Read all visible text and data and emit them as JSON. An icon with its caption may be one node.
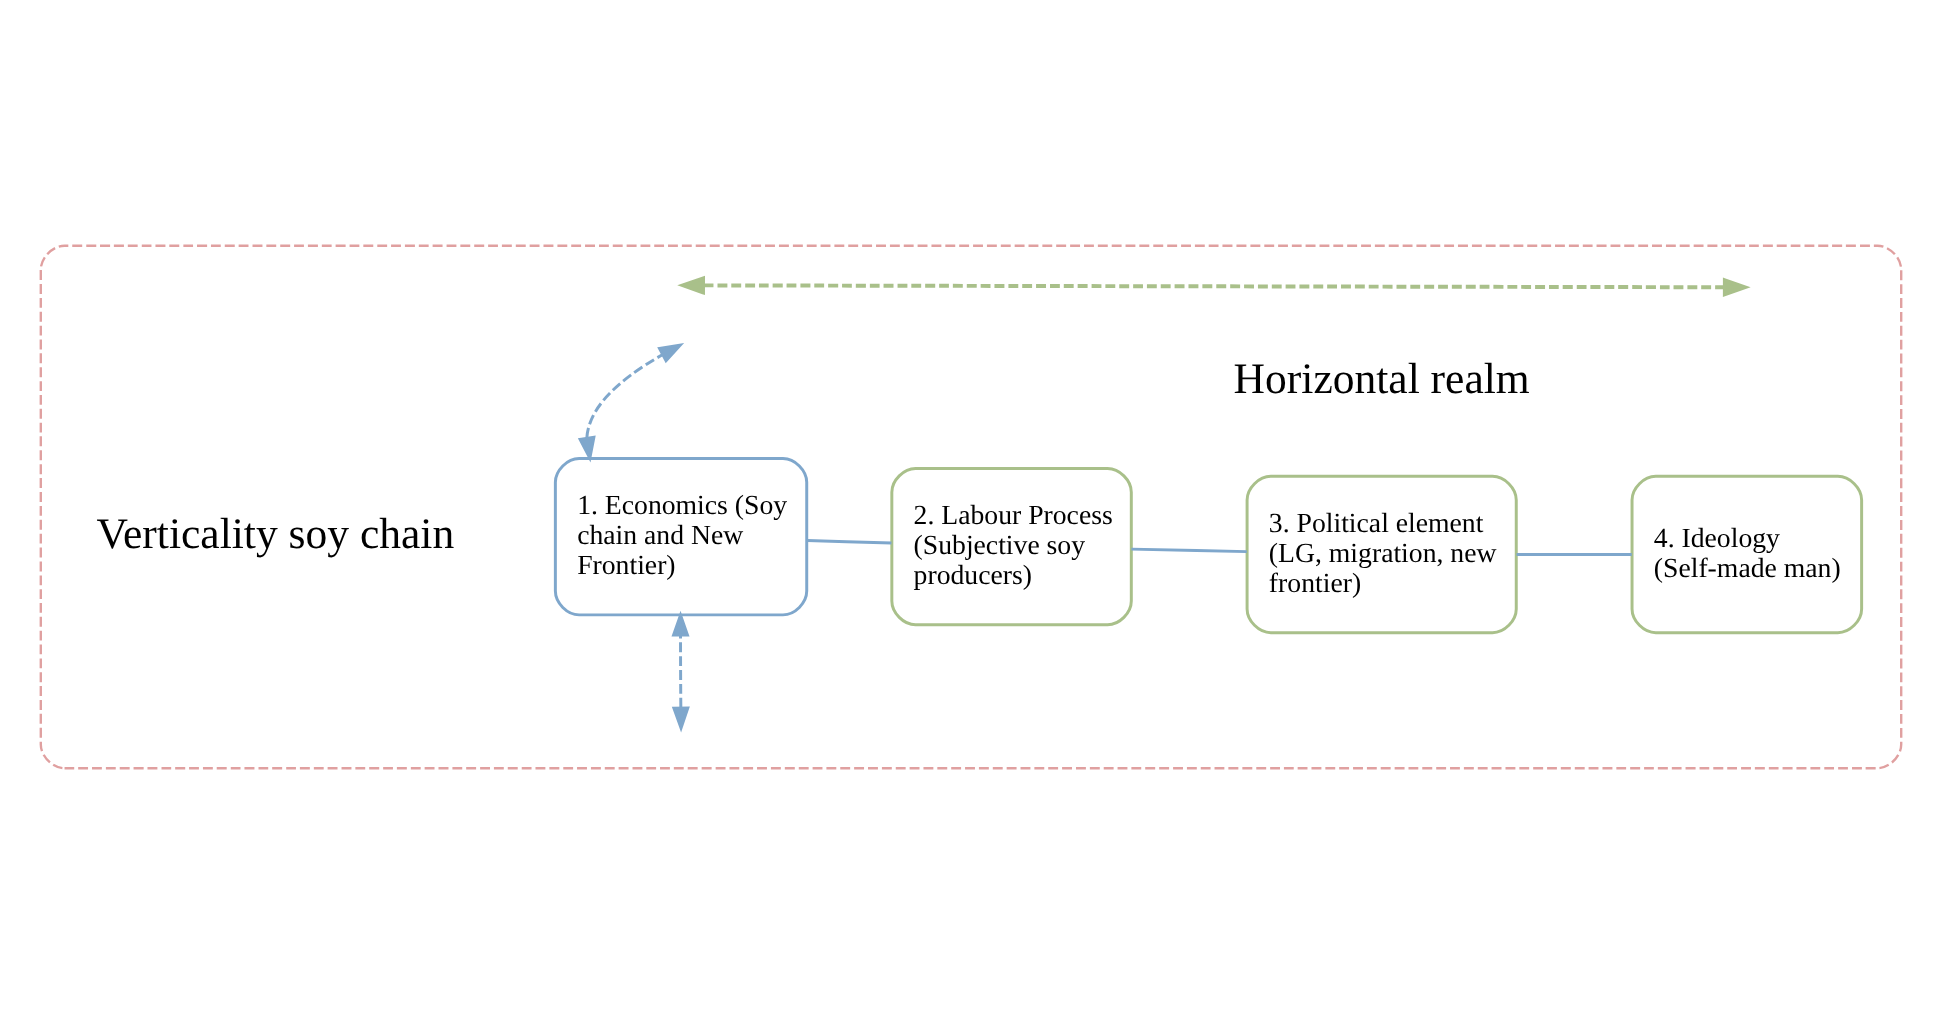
{
  "diagram": {
    "nodes": [
      {
        "text": [],
        "shape": "box"
      },
      {
        "text": [
          "1. Economics (Soy chain and New Frontier)"
        ],
        "in": 0
      },
      {
        "text": [
          "2. Labour Process (Subjective soy producers)"
        ],
        "in": 0
      },
      {
        "text": [
          "3. Political element (LG, migration, new frontier)"
        ],
        "in": 0
      },
      {
        "text": [
          "4. Ideology (Self-made man)"
        ],
        "in": 0
      }
    ],
    "edges": [
      {
        "from": 1,
        "to": 2,
        "arrow": "none"
      },
      {
        "from": 2,
        "to": 3,
        "arrow": "none"
      },
      {
        "from": 3,
        "to": 4,
        "arrow": "none"
      },
      {
        "from": null,
        "to": 1,
        "arrow": "both",
        "style": "dashed"
      },
      {
        "from": 1,
        "to": null,
        "arrow": "both",
        "style": "dashed"
      }
    ],
    "labels": [
      "Verticality soy chain",
      "Horizontal realm"
    ]
  }
}
